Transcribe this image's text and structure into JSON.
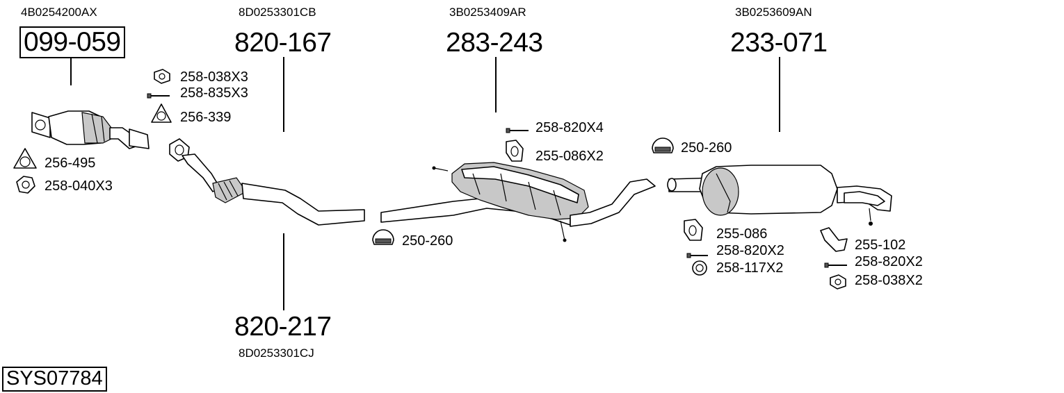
{
  "system_code": "SYS07784",
  "oe_numbers": {
    "cat": "4B0254200AX",
    "front_pipe": "8D0253301CB",
    "front_pipe_lower": "8D0253301CJ",
    "middle_silencer": "3B0253409AR",
    "rear_silencer": "3B0253609AN"
  },
  "part_numbers": {
    "cat": "099-059",
    "front_pipe": "820-167",
    "front_pipe_lower": "820-217",
    "middle_silencer": "283-243",
    "rear_silencer": "233-071"
  },
  "accessories": {
    "cat_nut": "258-038X3",
    "cat_bolt": "258-835X3",
    "cat_gasket": "256-339",
    "front_gasket": "256-495",
    "front_nut": "258-040X3",
    "mid_bolt": "258-820X4",
    "mid_hanger": "255-086X2",
    "clamp_front": "250-260",
    "clamp_rear": "250-260",
    "rear_hanger": "255-086",
    "rear_bolt_a": "258-820X2",
    "rear_ring": "258-117X2",
    "rear_bracket": "255-102",
    "rear_bolt_b": "258-820X2",
    "rear_nut": "258-038X2"
  }
}
